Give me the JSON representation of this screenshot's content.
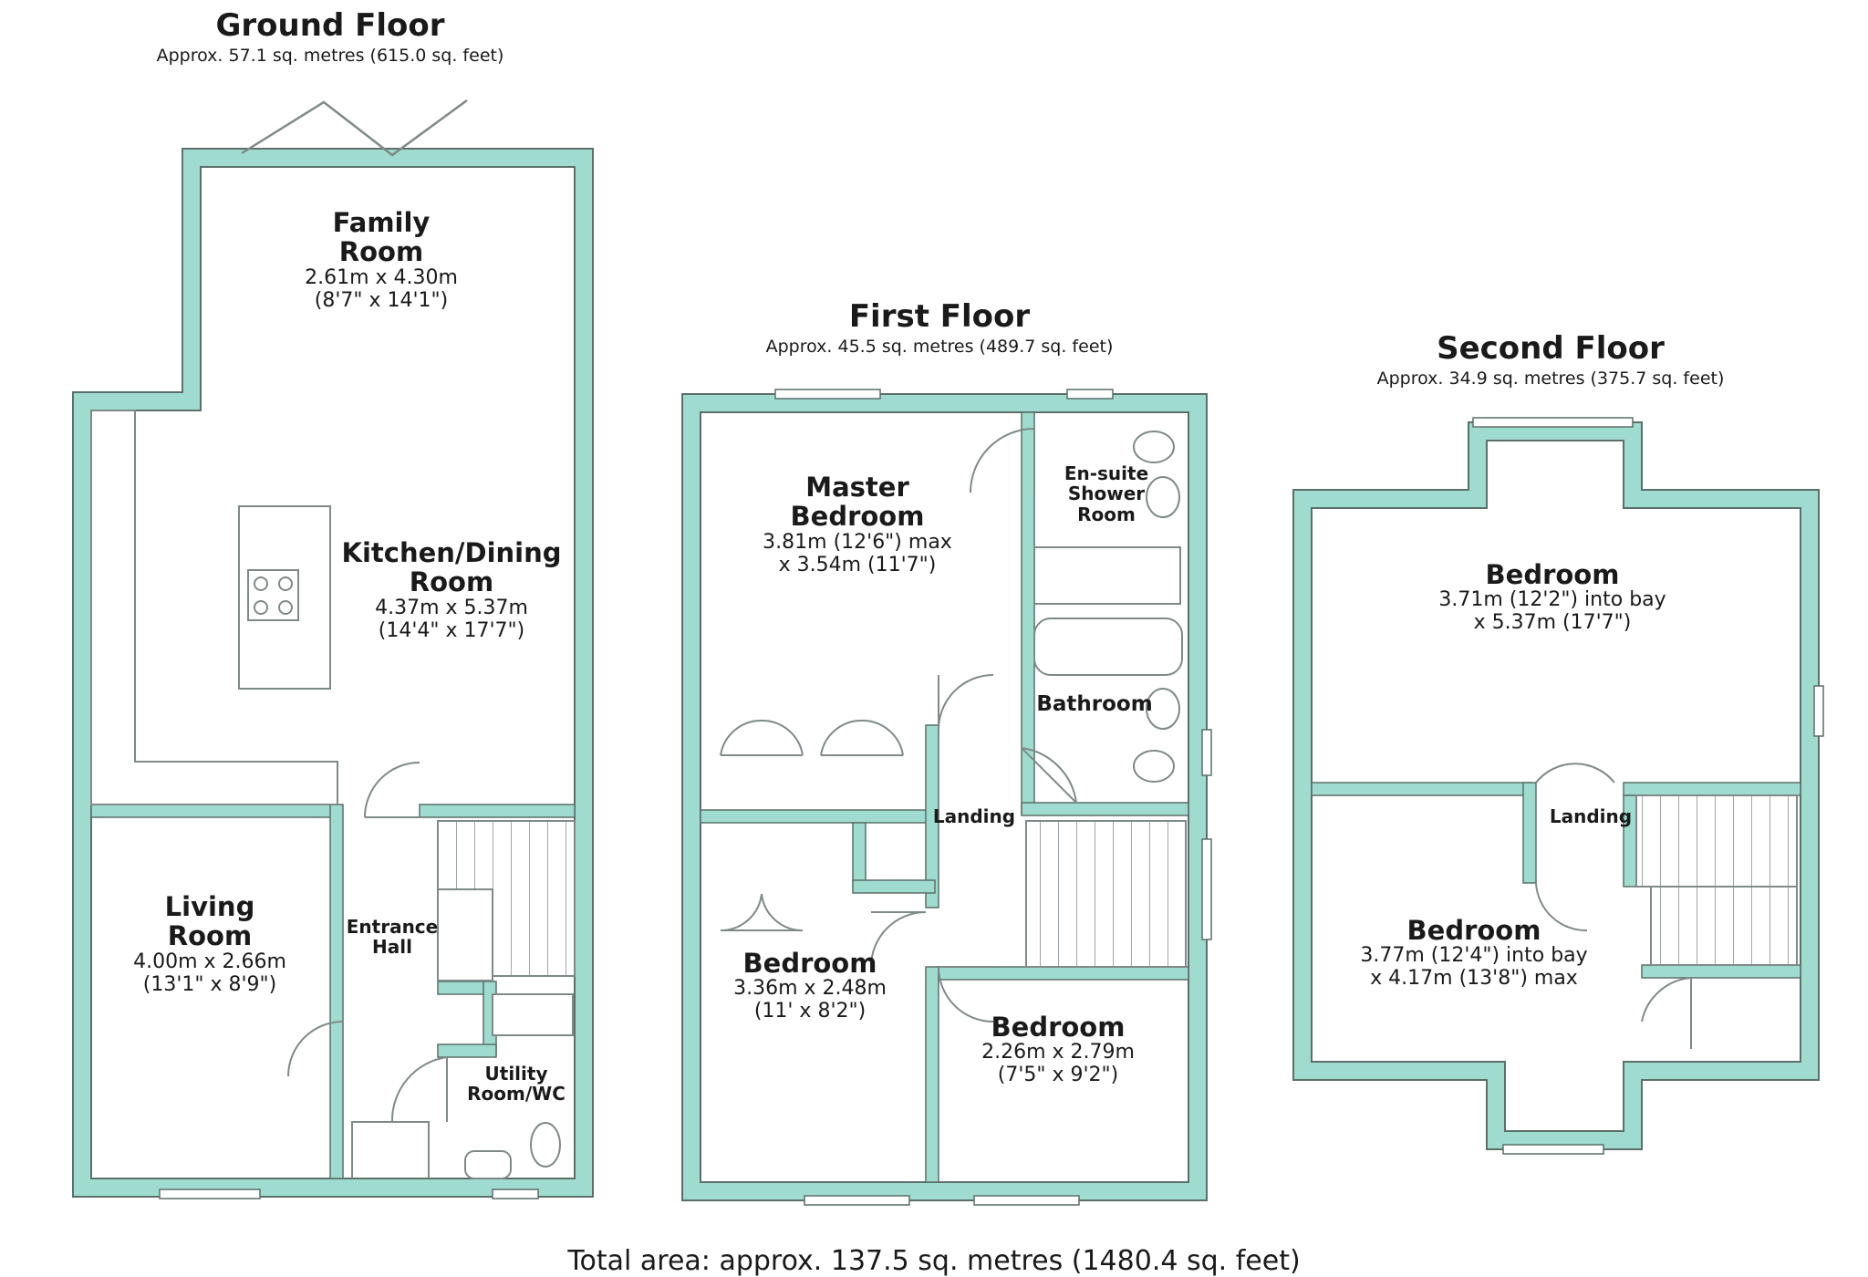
{
  "floors": [
    {
      "title": "Ground Floor",
      "area": "Approx. 57.1 sq. metres (615.0 sq. feet)"
    },
    {
      "title": "First Floor",
      "area": "Approx. 45.5 sq. metres (489.7 sq. feet)"
    },
    {
      "title": "Second Floor",
      "area": "Approx. 34.9 sq. metres (375.7 sq. feet)"
    }
  ],
  "rooms": {
    "family": {
      "name_1": "Family",
      "name_2": "Room",
      "dim_1": "2.61m x 4.30m",
      "dim_2": "(8'7\" x 14'1\")"
    },
    "kitchen": {
      "name_1": "Kitchen/Dining",
      "name_2": "Room",
      "dim_1": "4.37m x 5.37m",
      "dim_2": "(14'4\" x 17'7\")"
    },
    "living": {
      "name_1": "Living",
      "name_2": "Room",
      "dim_1": "4.00m x 2.66m",
      "dim_2": "(13'1\" x 8'9\")"
    },
    "entrance": {
      "name_1": "Entrance",
      "name_2": "Hall"
    },
    "utility": {
      "name_1": "Utility",
      "name_2": "Room/WC"
    },
    "master": {
      "name_1": "Master",
      "name_2": "Bedroom",
      "dim_1": "3.81m (12'6\") max",
      "dim_2": "x 3.54m (11'7\")"
    },
    "ensuite": {
      "name_1": "En-suite",
      "name_2": "Shower",
      "name_3": "Room"
    },
    "bathroom": {
      "name_1": "Bathroom"
    },
    "landing_1": {
      "name_1": "Landing"
    },
    "bedroom_ff_1": {
      "name_1": "Bedroom",
      "dim_1": "3.36m x 2.48m",
      "dim_2": "(11' x 8'2\")"
    },
    "bedroom_ff_2": {
      "name_1": "Bedroom",
      "dim_1": "2.26m x 2.79m",
      "dim_2": "(7'5\" x 9'2\")"
    },
    "bedroom_sf_1": {
      "name_1": "Bedroom",
      "dim_1": "3.71m (12'2\") into bay",
      "dim_2": "x 5.37m (17'7\")"
    },
    "landing_2": {
      "name_1": "Landing"
    },
    "bedroom_sf_2": {
      "name_1": "Bedroom",
      "dim_1": "3.77m (12'4\") into bay",
      "dim_2": "x 4.17m (13'8\") max"
    }
  },
  "total_area": "Total area: approx. 137.5 sq. metres (1480.4 sq. feet)",
  "colors": {
    "wall": "#9fdccf",
    "wall_edge": "#5c6f6a",
    "line": "#7f8a88"
  }
}
